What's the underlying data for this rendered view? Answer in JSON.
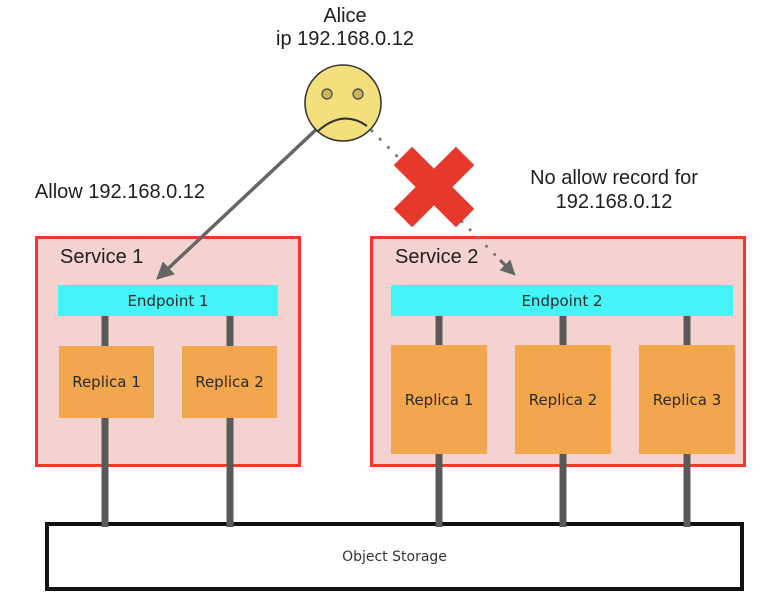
{
  "user": {
    "name": "Alice",
    "ip": "ip 192.168.0.12"
  },
  "annotations": {
    "allow": "Allow 192.168.0.12",
    "deny_line1": "No allow record for",
    "deny_line2": "192.168.0.12"
  },
  "services": [
    {
      "label": "Service 1",
      "endpoint": "Endpoint 1",
      "replicas": [
        "Replica 1",
        "Replica 2"
      ]
    },
    {
      "label": "Service 2",
      "endpoint": "Endpoint 2",
      "replicas": [
        "Replica 1",
        "Replica 2",
        "Replica 3"
      ]
    }
  ],
  "storage": {
    "label": "Object Storage"
  },
  "icons": {
    "user_face": "sad-face",
    "blocked": "cross-mark"
  },
  "colors": {
    "service_fill": "#f4d2cf",
    "service_border": "#f23828",
    "endpoint_fill": "#45f4f6",
    "replica_fill": "#f2a74e",
    "connector_gray": "#595959",
    "arrow_gray": "#666666",
    "cross_red": "#e6392b",
    "face_fill": "#f3e07c",
    "face_stroke": "#333333",
    "eye_fill": "#c9b45c",
    "storage_border": "#111111",
    "text": "#212121"
  }
}
